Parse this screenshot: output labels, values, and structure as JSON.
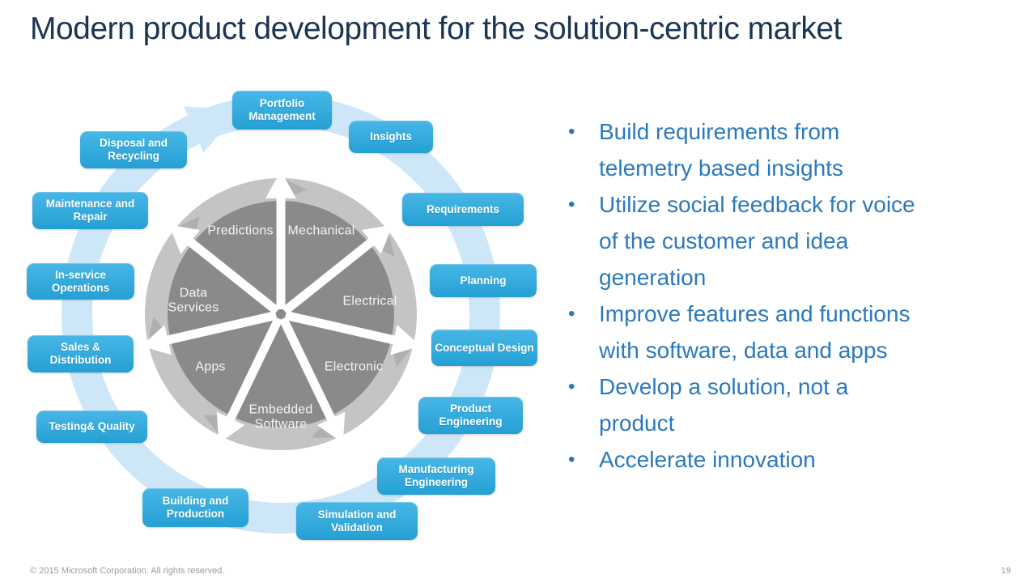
{
  "slide": {
    "title": "Modern product development for the solution-centric market",
    "footer": {
      "copyright": "© 2015 Microsoft Corporation. All rights reserved.",
      "page_number": "19"
    }
  },
  "bullet_char": "•",
  "bullets": [
    "Build requirements from\ntelemetry based insights",
    "Utilize social feedback for voice\nof the customer and idea\ngeneration",
    "Improve features and functions\nwith software, data and apps",
    "Develop a solution, not a\nproduct",
    "Accelerate innovation"
  ],
  "diagram": {
    "cycle_stages": [
      "Portfolio Management",
      "Insights",
      "Requirements",
      "Planning",
      "Conceptual Design",
      "Product Engineering",
      "Manufacturing Engineering",
      "Simulation and Validation",
      "Building and Production",
      "Testing& Quality",
      "Sales & Distribution",
      "In-service Operations",
      "Maintenance and Repair",
      "Disposal and Recycling"
    ],
    "wheel_segments": [
      "Mechanical",
      "Electrical",
      "Electronic",
      "Embedded Software",
      "Apps",
      "Data Services",
      "Predictions"
    ],
    "colors": {
      "stage_box": "#29ABE2",
      "cycle_ring": "#CEE7F8",
      "wheel_slice": "#8A8A8A",
      "wheel_rim": "#C4C4C4",
      "wheel_rim_arrow": "#AFAFAF",
      "title": "#1C3553",
      "bullet_text": "#2B79BD"
    }
  }
}
